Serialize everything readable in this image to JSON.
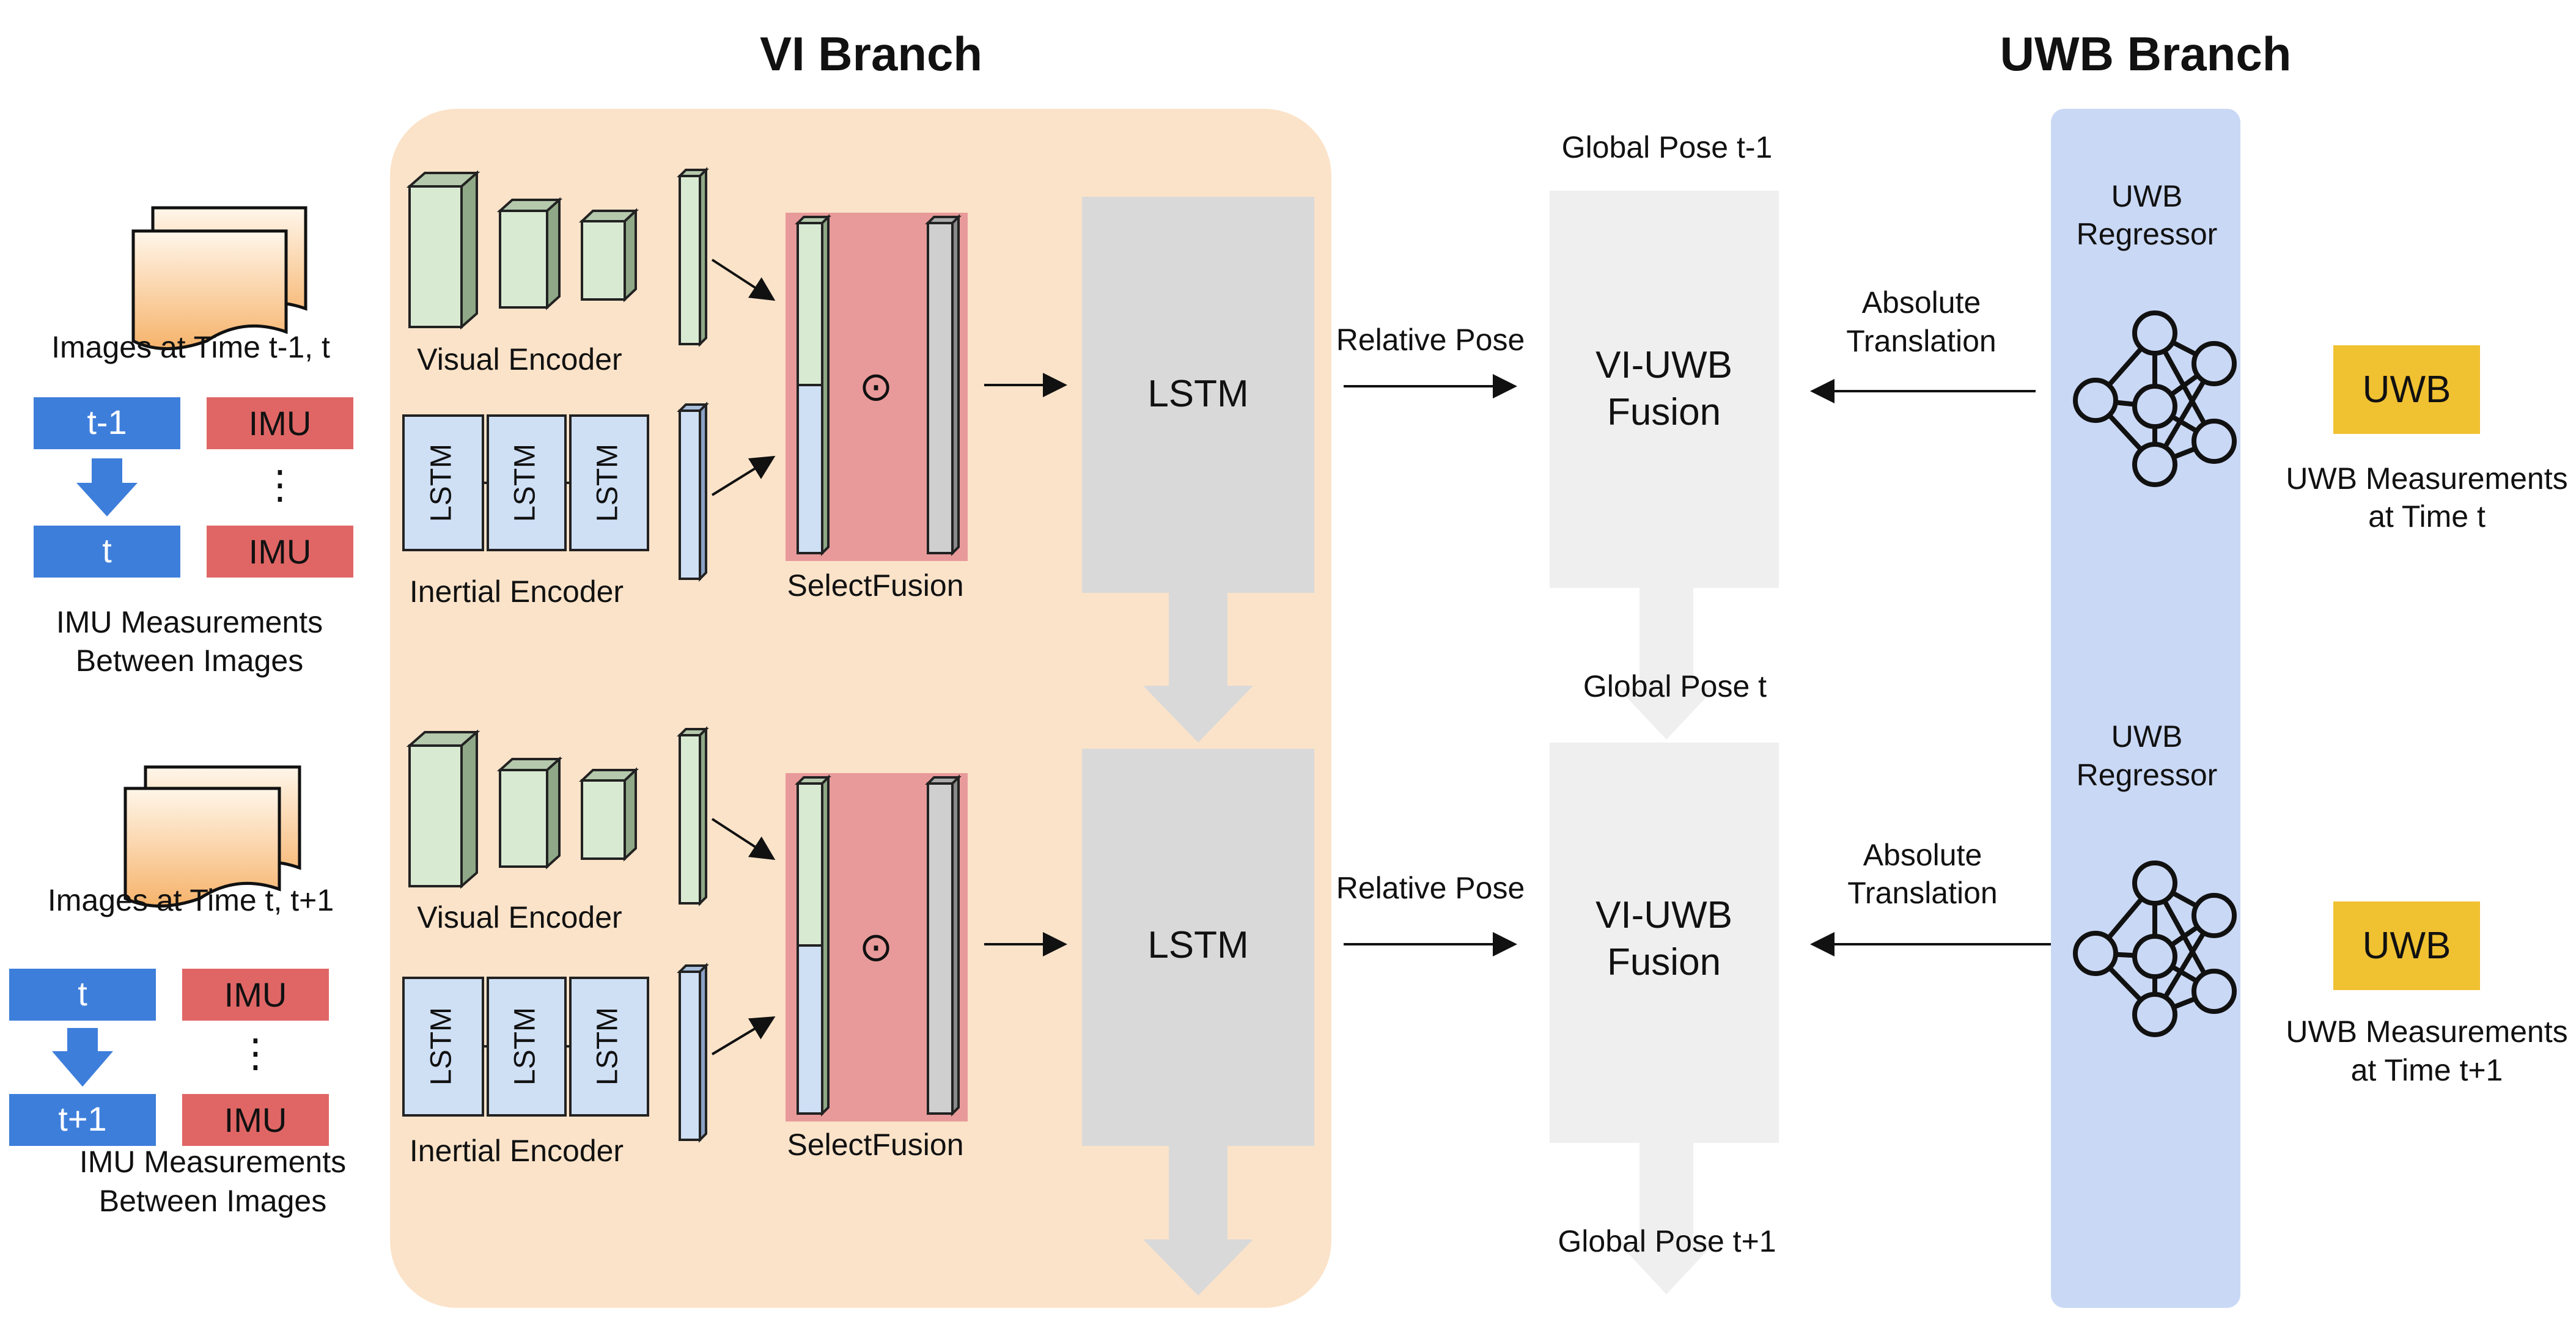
{
  "headers": {
    "vi_branch": "VI Branch",
    "uwb_branch": "UWB Branch"
  },
  "left": {
    "images_1": "Images at Time t-1, t",
    "images_2": "Images at Time t, t+1",
    "imu_group_1": {
      "top": "t-1",
      "bottom": "t",
      "imu_top": "IMU",
      "imu_dots": "⋮",
      "imu_bottom": "IMU",
      "caption_1": "IMU Measurements",
      "caption_2": "Between Images"
    },
    "imu_group_2": {
      "top": "t",
      "bottom": "t+1",
      "imu_top": "IMU",
      "imu_dots": "⋮",
      "imu_bottom": "IMU",
      "caption_1": "IMU Measurements",
      "caption_2": "Between Images"
    }
  },
  "vi": {
    "visual_encoder": "Visual Encoder",
    "inertial_encoder": "Inertial Encoder",
    "lstm_cell": "LSTM",
    "select_fusion": "SelectFusion",
    "odot": "⊙",
    "lstm": "LSTM"
  },
  "middle": {
    "relative_pose": "Relative Pose",
    "fusion_1": "VI-UWB",
    "fusion_2": "Fusion",
    "global_pose_prev": "Global  Pose t-1",
    "global_pose_t": "Global  Pose t",
    "global_pose_next": "Global  Pose t+1",
    "absolute_1": "Absolute",
    "absolute_2": "Translation"
  },
  "uwb": {
    "regressor_1": "UWB",
    "regressor_2": "Regressor",
    "uwb_box": "UWB",
    "meas_1": "UWB Measurements",
    "meas_2_top": "at Time t",
    "meas_2_bottom": "at Time t+1"
  },
  "colors": {
    "vi_panel": "#fbe3c9",
    "uwb_panel": "#c9d8f5",
    "fusion_red": "#e89a9a",
    "lstm_gray": "#d9d9d9",
    "fusion_gray": "#efefef",
    "uwb_yellow": "#f0c131",
    "blue_box": "#3e7edb",
    "red_box": "#e06666",
    "visual_green": "#d9ead3",
    "inertial_blue": "#cfe0f5"
  }
}
